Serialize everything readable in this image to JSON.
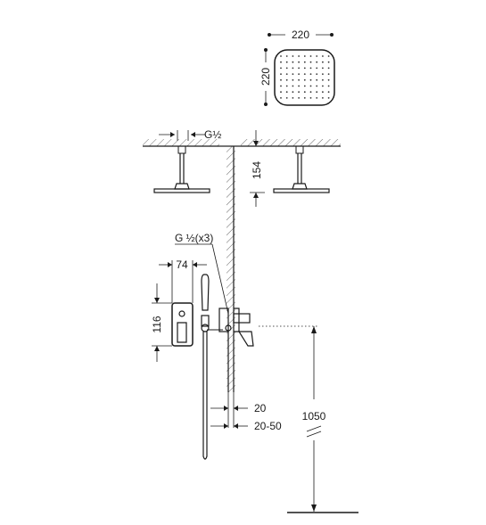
{
  "dimensions": {
    "head_width": "220",
    "head_height": "220",
    "thread_top": "G½",
    "arm_length": "154",
    "thread_valve": "G ½(x3)",
    "plate_width": "74",
    "plate_height": "116",
    "wall_depth": "20",
    "wall_range": "20-50",
    "valve_height": "1050"
  }
}
